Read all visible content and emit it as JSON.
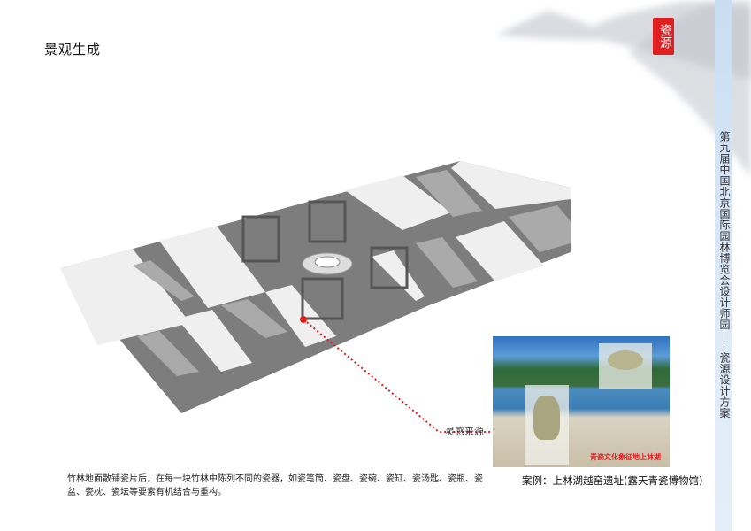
{
  "page": {
    "title": "景观生成",
    "side_title": "第九届中国北京国际园林博览会设计师园——瓷源设计方案",
    "seal_text": "瓷源",
    "inspiration_label": "灵感来源",
    "case_caption": "案例：上林湖越窑遗址(露天青瓷博物馆)",
    "photo_banner": "青瓷文化象征地上林湖",
    "description": "竹林地面散铺瓷片后，在每一块竹林中陈列不同的瓷器，如瓷笔筒、瓷盘、瓷碗、瓷缸、瓷汤匙、瓷瓶、瓷盆、瓷枕、瓷坛等要素有机结合与重构。"
  },
  "colors": {
    "accent_red": "#e02020",
    "band_blue": "#d3e4f6",
    "plaza_dark": "#7a7a7a",
    "plaza_light": "#eeeeee"
  }
}
